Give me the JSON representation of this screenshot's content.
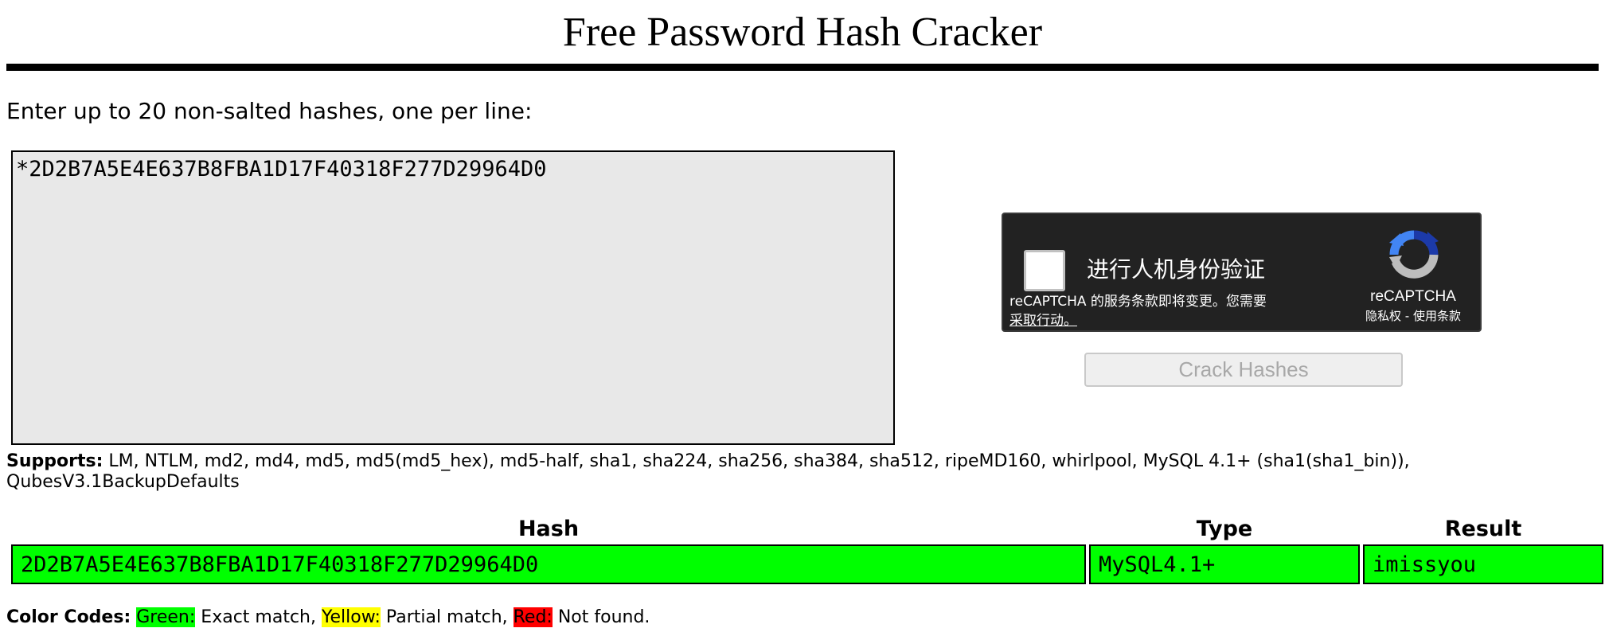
{
  "page": {
    "title": "Free Password Hash Cracker",
    "instructions": "Enter up to 20 non-salted hashes, one per line:"
  },
  "input": {
    "hashes_value": "*2D2B7A5E4E637B8FBA1D17F40318F277D29964D0"
  },
  "recaptcha": {
    "label": "进行人机身份验证",
    "notice_text": "reCAPTCHA 的服务条款即将变更。您需要",
    "notice_link": "采取行动。",
    "brand": "reCAPTCHA",
    "privacy": "隐私权",
    "separator": " - ",
    "terms": "使用条款",
    "logo_icon": "recaptcha-logo-icon"
  },
  "submit": {
    "label": "Crack Hashes"
  },
  "supports": {
    "label": "Supports:",
    "list": " LM, NTLM, md2, md4, md5, md5(md5_hex), md5-half, sha1, sha224, sha256, sha384, sha512, ripeMD160, whirlpool, MySQL 4.1+ (sha1(sha1_bin)), QubesV3.1BackupDefaults"
  },
  "results": {
    "headers": {
      "hash": "Hash",
      "type": "Type",
      "result": "Result"
    },
    "rows": [
      {
        "hash": "2D2B7A5E4E637B8FBA1D17F40318F277D29964D0",
        "type": "MySQL4.1+",
        "result": "imissyou",
        "status": "green"
      }
    ]
  },
  "color_codes": {
    "label": "Color Codes:",
    "green_label": "Green:",
    "green_desc": " Exact match, ",
    "yellow_label": "Yellow:",
    "yellow_desc": " Partial match, ",
    "red_label": "Red:",
    "red_desc": " Not found."
  },
  "colors": {
    "green": "#00ff00",
    "yellow": "#ffff00",
    "red": "#ff0000",
    "recaptcha_bg": "#222222"
  }
}
